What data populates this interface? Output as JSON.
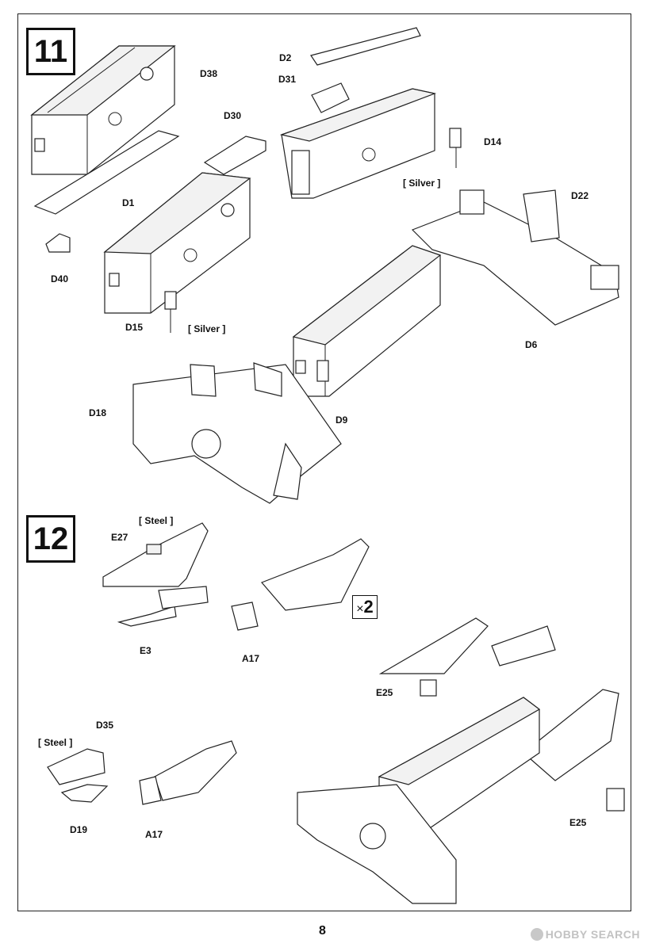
{
  "steps": [
    "11",
    "12"
  ],
  "labels": {
    "d38": "D38",
    "d1": "D1",
    "d40": "D40",
    "d30": "D30",
    "d15": "D15",
    "silver1": "[ Silver ]",
    "d2": "D2",
    "d31": "D31",
    "d14": "D14",
    "silver2": "[ Silver ]",
    "d22": "D22",
    "d6": "D6",
    "d18": "D18",
    "d9": "D9",
    "steel1": "[ Steel ]",
    "e27": "E27",
    "e3": "E3",
    "a17a": "A17",
    "e25a": "E25",
    "d35": "D35",
    "steel2": "[ Steel ]",
    "d19": "D19",
    "a17b": "A17",
    "e25b": "E25"
  },
  "multiplier": "2",
  "page_number": "8",
  "watermark": "HOBBY SEARCH",
  "icons": [
    "hobby-search-logo-icon"
  ]
}
